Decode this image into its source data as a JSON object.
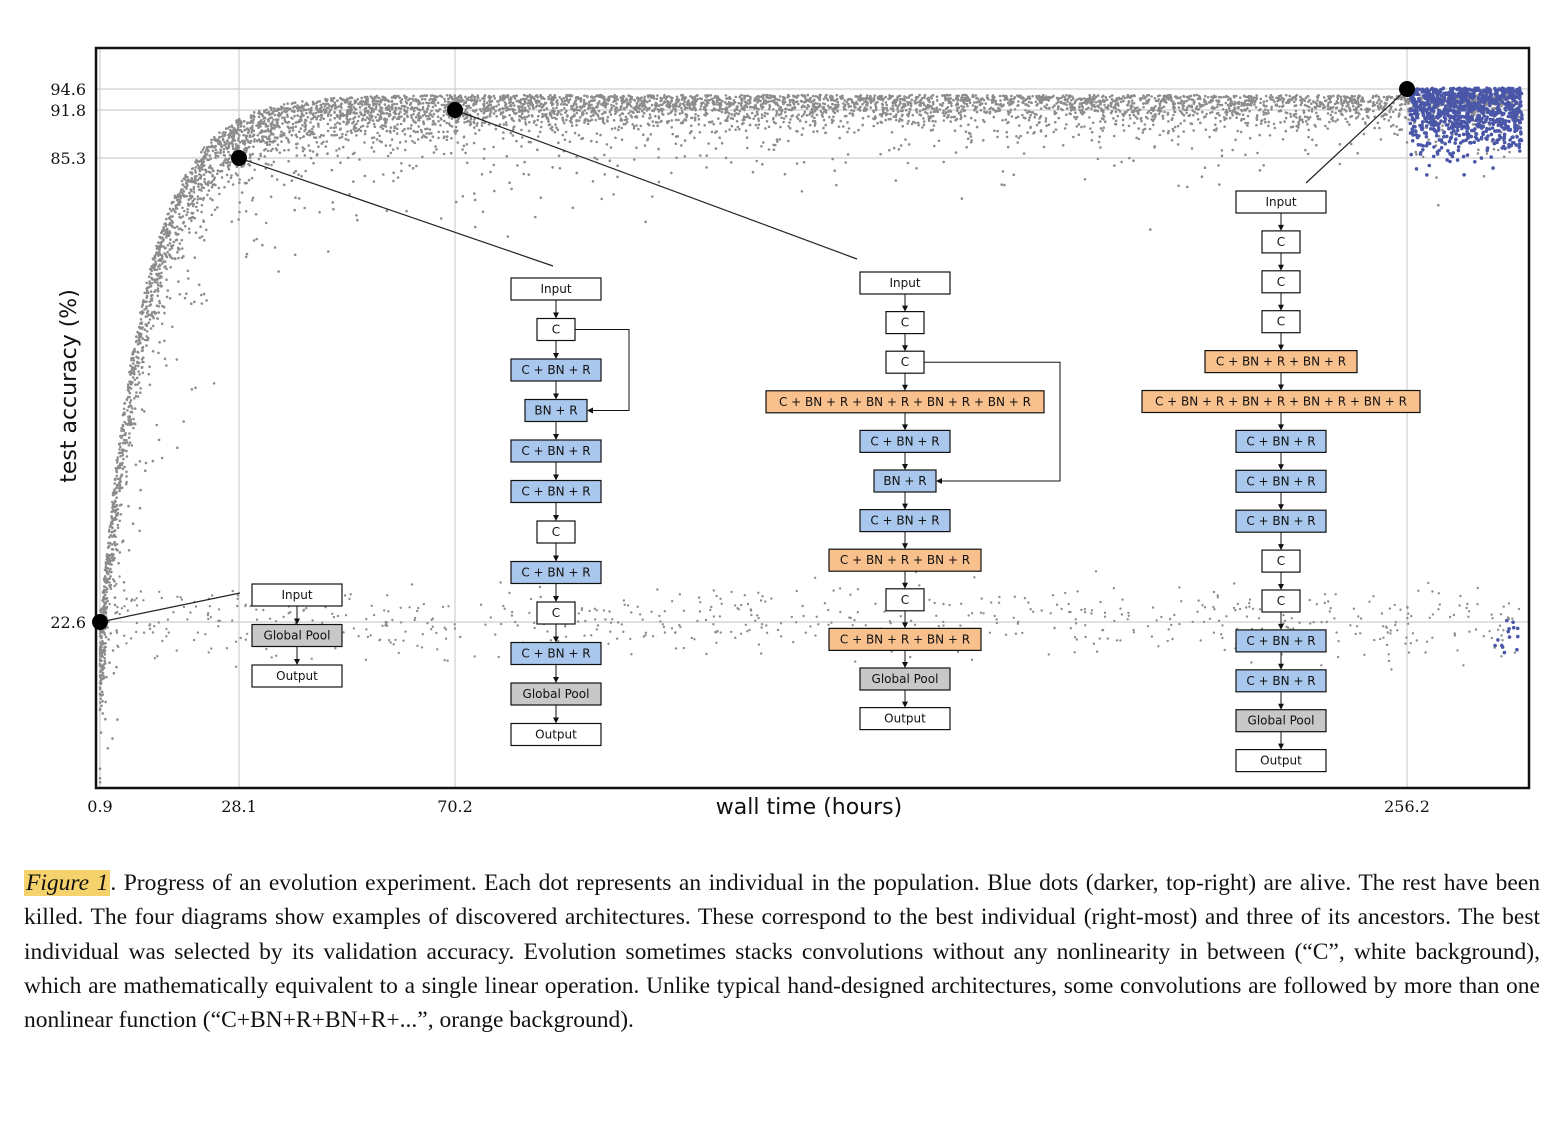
{
  "colors": {
    "dead_dot": "#8c8c8c",
    "alive_dot": "#4a56a8",
    "conv": "#ffffff",
    "bn_relu": "#a9c7ec",
    "multi_nonlinear": "#f8c08c",
    "pool": "#c8c8c8",
    "grid": "#cfcfcf"
  },
  "chart_data": {
    "type": "scatter",
    "xlabel": "wall time (hours)",
    "ylabel": "test accuracy (%)",
    "x_ticks": [
      "0.9",
      "28.1",
      "70.2",
      "256.2"
    ],
    "y_ticks": [
      "22.6",
      "85.3",
      "91.8",
      "94.6"
    ],
    "grid": true,
    "highlighted_points": [
      {
        "x": 0.9,
        "y": 22.6
      },
      {
        "x": 28.1,
        "y": 85.3
      },
      {
        "x": 70.2,
        "y": 91.8
      },
      {
        "x": 256.2,
        "y": 94.6
      }
    ],
    "series": [
      {
        "status": "killed",
        "color": "gray",
        "trend": "rises from about 22.6 at 0.9 h to about 85 at 28 h, then saturates near 92-95"
      },
      {
        "status": "alive",
        "color": "blue",
        "location": "top-right, after 256.2 h"
      }
    ]
  },
  "diagrams": [
    {
      "nodes": [
        {
          "label": "Input",
          "kind": "conv"
        },
        {
          "label": "Global Pool",
          "kind": "pool"
        },
        {
          "label": "Output",
          "kind": "conv"
        }
      ]
    },
    {
      "nodes": [
        {
          "label": "Input",
          "kind": "conv"
        },
        {
          "label": "C",
          "kind": "conv"
        },
        {
          "label": "C + BN + R",
          "kind": "bn_relu"
        },
        {
          "label": "BN + R",
          "kind": "bn_relu"
        },
        {
          "label": "C + BN + R",
          "kind": "bn_relu"
        },
        {
          "label": "C + BN + R",
          "kind": "bn_relu"
        },
        {
          "label": "C",
          "kind": "conv"
        },
        {
          "label": "C + BN + R",
          "kind": "bn_relu"
        },
        {
          "label": "C",
          "kind": "conv"
        },
        {
          "label": "C + BN + R",
          "kind": "bn_relu"
        },
        {
          "label": "Global Pool",
          "kind": "pool"
        },
        {
          "label": "Output",
          "kind": "conv"
        }
      ]
    },
    {
      "nodes": [
        {
          "label": "Input",
          "kind": "conv"
        },
        {
          "label": "C",
          "kind": "conv"
        },
        {
          "label": "C",
          "kind": "conv"
        },
        {
          "label": "C + BN + R + BN + R + BN + R + BN + R",
          "kind": "multi_nonlinear"
        },
        {
          "label": "C + BN + R",
          "kind": "bn_relu"
        },
        {
          "label": "BN + R",
          "kind": "bn_relu"
        },
        {
          "label": "C + BN + R",
          "kind": "bn_relu"
        },
        {
          "label": "C + BN + R + BN + R",
          "kind": "multi_nonlinear"
        },
        {
          "label": "C",
          "kind": "conv"
        },
        {
          "label": "C + BN + R + BN + R",
          "kind": "multi_nonlinear"
        },
        {
          "label": "Global Pool",
          "kind": "pool"
        },
        {
          "label": "Output",
          "kind": "conv"
        }
      ]
    },
    {
      "nodes": [
        {
          "label": "Input",
          "kind": "conv"
        },
        {
          "label": "C",
          "kind": "conv"
        },
        {
          "label": "C",
          "kind": "conv"
        },
        {
          "label": "C",
          "kind": "conv"
        },
        {
          "label": "C + BN + R + BN + R",
          "kind": "multi_nonlinear"
        },
        {
          "label": "C + BN + R + BN + R + BN + R + BN + R",
          "kind": "multi_nonlinear"
        },
        {
          "label": "C + BN + R",
          "kind": "bn_relu"
        },
        {
          "label": "C + BN + R",
          "kind": "bn_relu"
        },
        {
          "label": "C + BN + R",
          "kind": "bn_relu"
        },
        {
          "label": "C",
          "kind": "conv"
        },
        {
          "label": "C",
          "kind": "conv"
        },
        {
          "label": "C + BN + R",
          "kind": "bn_relu"
        },
        {
          "label": "C + BN + R",
          "kind": "bn_relu"
        },
        {
          "label": "Global Pool",
          "kind": "pool"
        },
        {
          "label": "Output",
          "kind": "conv"
        }
      ]
    }
  ],
  "caption": {
    "label": "Figure 1",
    "text": ". Progress of an evolution experiment. Each dot represents an individual in the population. Blue dots (darker, top-right) are alive. The rest have been killed. The four diagrams show examples of discovered architectures. These correspond to the best individual (right-most) and three of its ancestors. The best individual was selected by its validation accuracy. Evolution sometimes stacks convolutions without any nonlinearity in between (“C”, white background), which are mathematically equivalent to a single linear operation. Unlike typical hand-designed architectures, some convolutions are followed by more than one nonlinear function (“C+BN+R+BN+R+...”, orange background)."
  }
}
